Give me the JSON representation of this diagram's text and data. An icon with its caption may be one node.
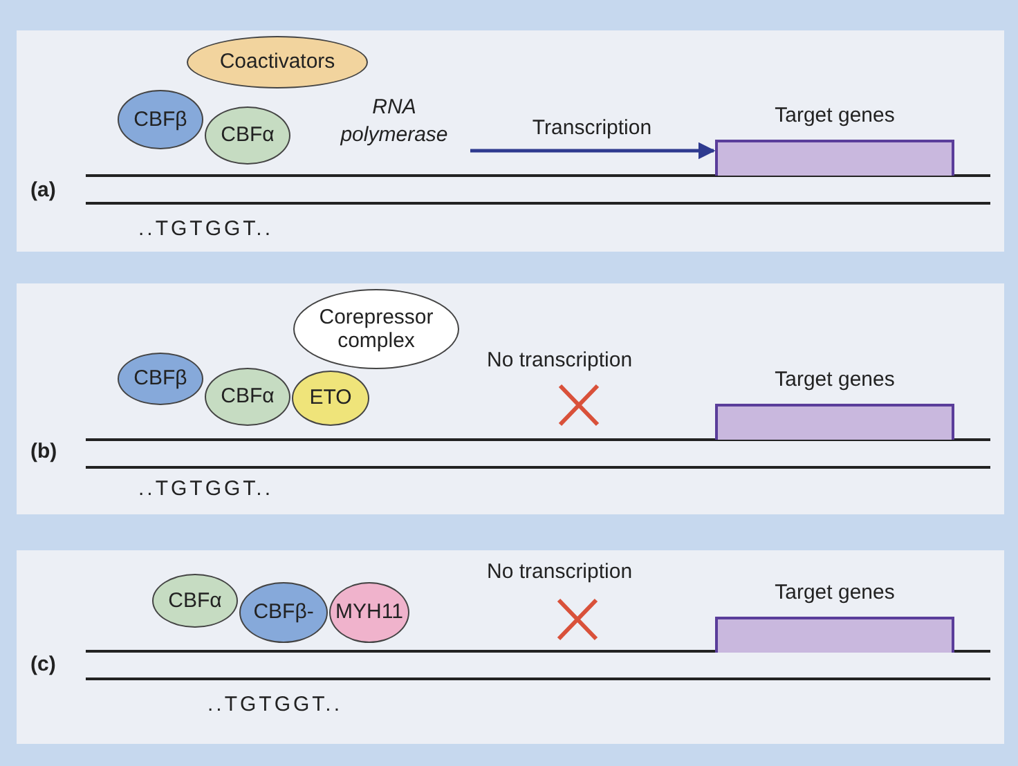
{
  "diagram": {
    "nodes": [
      {
        "text": [
          "(a)"
        ]
      },
      {
        "text": [
          "CBFβ"
        ],
        "in": 0
      },
      {
        "text": [
          "CBFα"
        ],
        "in": 0
      },
      {
        "text": [
          "Coactivators"
        ],
        "in": 0
      },
      {
        "text": [
          "RNA polymerase"
        ],
        "in": 0
      },
      {
        "text": [
          "Target genes"
        ],
        "in": 0
      },
      {
        "text": [
          "(b)"
        ]
      },
      {
        "text": [
          "CBFβ"
        ],
        "in": 6
      },
      {
        "text": [
          "CBFα"
        ],
        "in": 6
      },
      {
        "text": [
          "ETO"
        ],
        "in": 6
      },
      {
        "text": [
          "Corepressor complex"
        ],
        "in": 6
      },
      {
        "text": [
          "Target genes"
        ],
        "in": 6
      },
      {
        "text": [
          "(c)"
        ]
      },
      {
        "text": [
          "CBFα"
        ],
        "in": 12
      },
      {
        "text": [
          "CBFβ-"
        ],
        "in": 12
      },
      {
        "text": [
          "MYH11"
        ],
        "in": 12
      },
      {
        "text": [
          "Target genes"
        ],
        "in": 12
      }
    ],
    "edges": [
      {
        "from": 4,
        "to": 5,
        "arrow": "to",
        "label": "Transcription",
        "color": "#2e3a8f"
      }
    ],
    "labels": [
      "..TGTGGT..",
      "No transcription",
      "..TGTGGT..",
      "No transcription",
      "..TGTGGT.."
    ]
  }
}
